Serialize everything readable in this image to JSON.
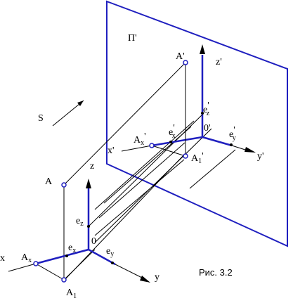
{
  "plane": {
    "label": "П'"
  },
  "direction": {
    "label": "S"
  },
  "caption": "Рис. 3.2",
  "labels": {
    "A": "A",
    "A_prime": "A'",
    "A_x": "A",
    "A_x_sub": "x",
    "A_1": "A",
    "A_1_sub": "1",
    "A_x_prime": "A",
    "A_x_prime_sub": "x",
    "A_x_prime_mark": "'",
    "A_1_prime": "A",
    "A_1_prime_sub": "1",
    "A_1_prime_mark": "'",
    "x": "x",
    "y": "y",
    "z": "z",
    "x_prime": "x'",
    "y_prime": "y'",
    "z_prime": "z'",
    "O": "0",
    "O_prime": "0'",
    "e": "e",
    "e_x_sub": "x",
    "e_y_sub": "y",
    "e_z_sub": "z",
    "e_prime_mark": "'"
  },
  "colors": {
    "ink": "#000000",
    "axis_blue": "#1f1fbf",
    "point_fill": "#ffffff"
  }
}
